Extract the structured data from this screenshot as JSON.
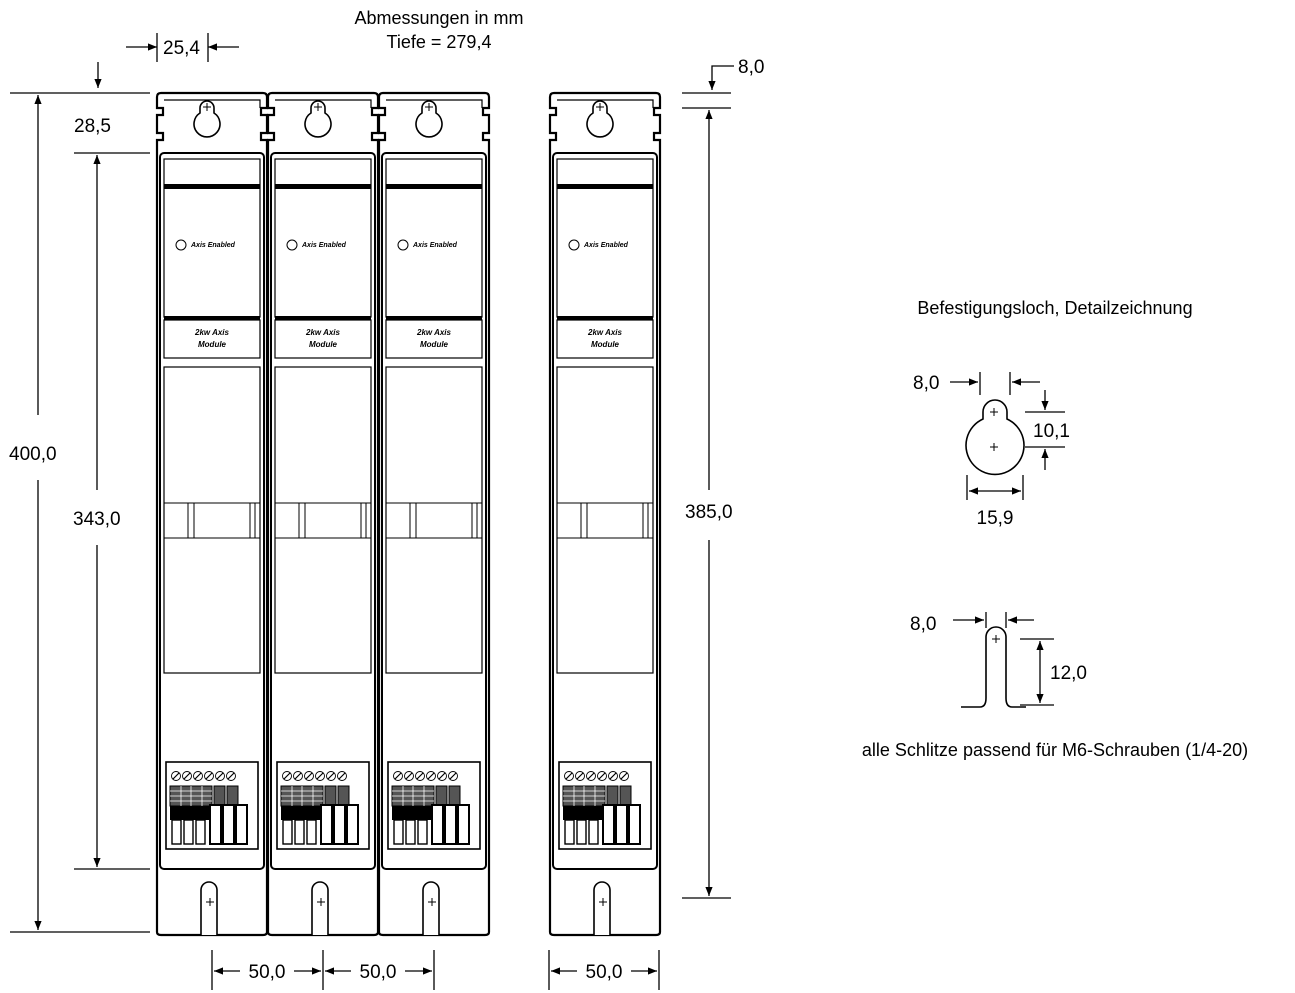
{
  "header": {
    "title_line1": "Abmessungen in mm",
    "title_line2": "Tiefe = 279,4"
  },
  "dimensions": {
    "module_width": "25,4",
    "top_offset": "28,5",
    "total_height": "400,0",
    "inner_height": "343,0",
    "mount_height": "385,0",
    "slot_offset": "8,0",
    "pitch": "50,0"
  },
  "module": {
    "count": 4,
    "status_label": "Axis Enabled",
    "name_line1": "2kw Axis",
    "name_line2": "Module"
  },
  "detail": {
    "title": "Befestigungsloch, Detailzeichnung",
    "hole_width_top": "8,0",
    "hole_height": "10,1",
    "hole_width": "15,9",
    "slot_width": "8,0",
    "slot_height": "12,0",
    "note": "alle Schlitze passend für M6-Schrauben (1/4-20)"
  }
}
